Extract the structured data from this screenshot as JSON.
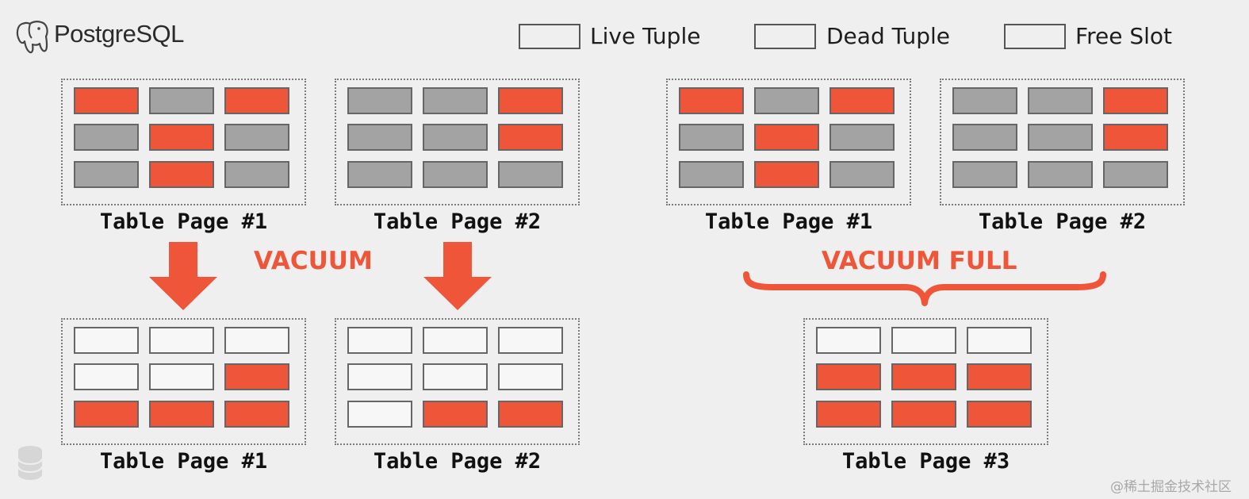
{
  "header": {
    "logo_text": "PostgreSQL"
  },
  "legend": [
    {
      "label": "Live Tuple",
      "color": "#ef5538"
    },
    {
      "label": "Dead Tuple",
      "color": "#a3a3a3"
    },
    {
      "label": "Free Slot",
      "color": "#f7f7f7"
    }
  ],
  "vacuum": {
    "action_label": "VACUUM",
    "before_pages": [
      {
        "label": "Table Page #1",
        "cells": [
          [
            "live",
            "dead",
            "live"
          ],
          [
            "dead",
            "live",
            "dead"
          ],
          [
            "dead",
            "live",
            "dead"
          ]
        ]
      },
      {
        "label": "Table Page #2",
        "cells": [
          [
            "dead",
            "dead",
            "live"
          ],
          [
            "dead",
            "dead",
            "live"
          ],
          [
            "dead",
            "dead",
            "dead"
          ]
        ]
      }
    ],
    "after_pages": [
      {
        "label": "Table Page #1",
        "cells": [
          [
            "free",
            "free",
            "free"
          ],
          [
            "free",
            "free",
            "live"
          ],
          [
            "live",
            "live",
            "live"
          ]
        ]
      },
      {
        "label": "Table Page #2",
        "cells": [
          [
            "free",
            "free",
            "free"
          ],
          [
            "free",
            "free",
            "free"
          ],
          [
            "free",
            "live",
            "live"
          ]
        ]
      }
    ]
  },
  "vacuum_full": {
    "action_label": "VACUUM FULL",
    "before_pages": [
      {
        "label": "Table Page #1",
        "cells": [
          [
            "live",
            "dead",
            "live"
          ],
          [
            "dead",
            "live",
            "dead"
          ],
          [
            "dead",
            "live",
            "dead"
          ]
        ]
      },
      {
        "label": "Table Page #2",
        "cells": [
          [
            "dead",
            "dead",
            "live"
          ],
          [
            "dead",
            "dead",
            "live"
          ],
          [
            "dead",
            "dead",
            "dead"
          ]
        ]
      }
    ],
    "after_pages": [
      {
        "label": "Table Page #3",
        "cells": [
          [
            "free",
            "free",
            "free"
          ],
          [
            "live",
            "live",
            "live"
          ],
          [
            "live",
            "live",
            "live"
          ]
        ]
      }
    ]
  },
  "watermark": "@稀土掘金技术社区"
}
